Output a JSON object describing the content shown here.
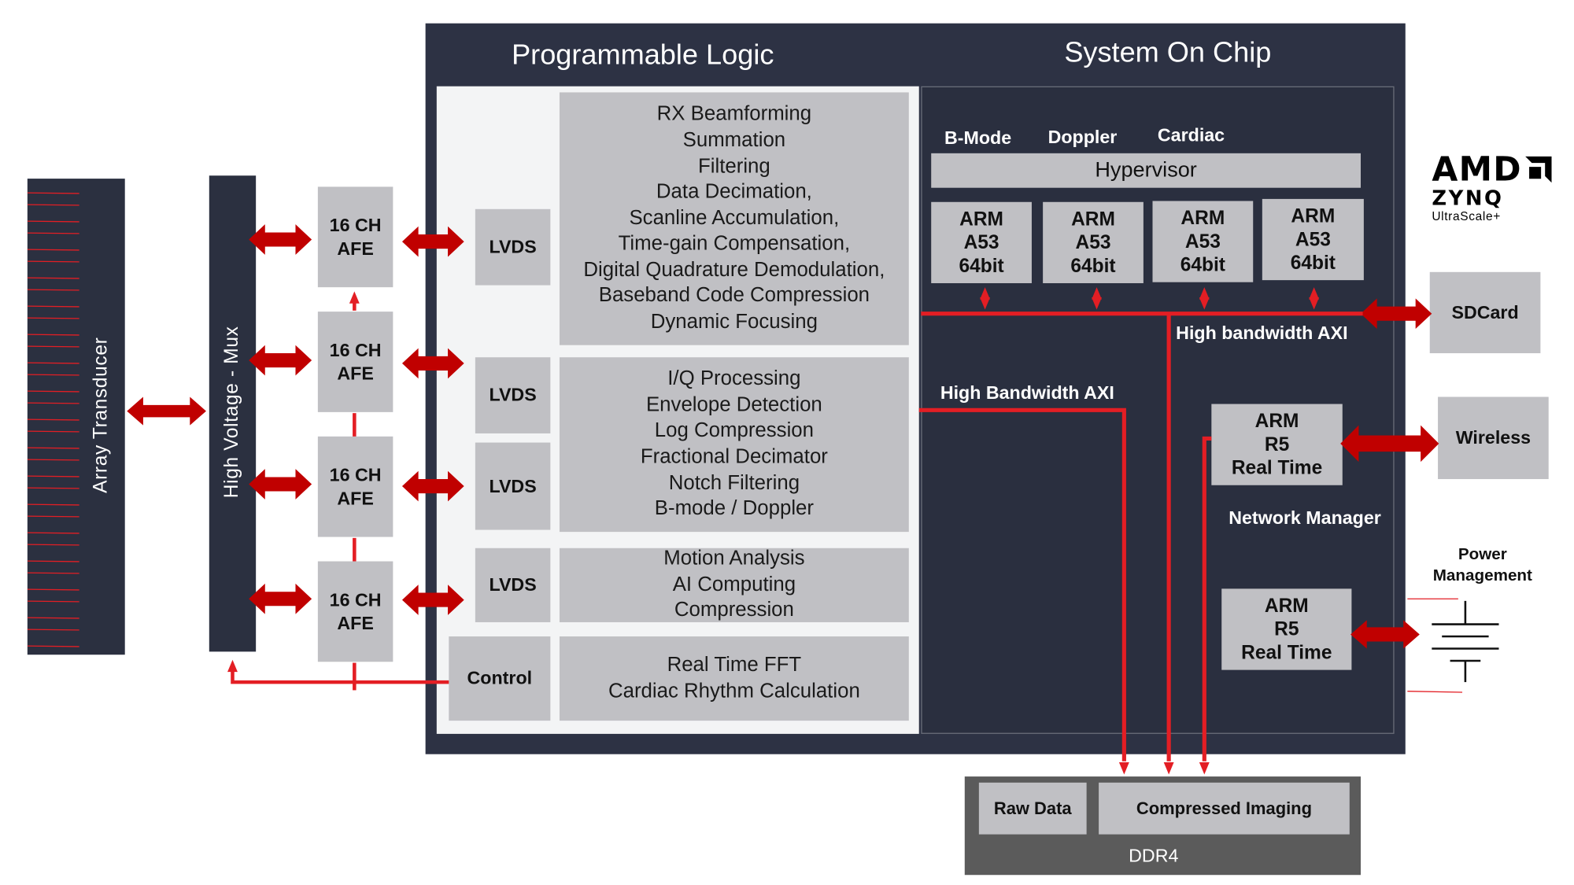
{
  "left": {
    "array_transducer": "Array Transducer",
    "hv_mux": "High Voltage - Mux",
    "afe": [
      "16 CH\nAFE",
      "16 CH\nAFE",
      "16 CH\nAFE",
      "16 CH\nAFE"
    ]
  },
  "pl": {
    "title": "Programmable Logic",
    "lvds": [
      "LVDS",
      "LVDS",
      "LVDS",
      "LVDS"
    ],
    "control": "Control",
    "blocks": [
      [
        "RX Beamforming",
        "Summation",
        "Filtering",
        "Data Decimation,",
        "Scanline Accumulation,",
        "Time-gain Compensation,",
        "Digital Quadrature Demodulation,",
        "Baseband Code Compression",
        "Dynamic Focusing"
      ],
      [
        "I/Q Processing",
        "Envelope Detection",
        "Log Compression",
        "Fractional Decimator",
        "Notch Filtering",
        "B-mode / Doppler"
      ],
      [
        "Motion Analysis",
        "AI Computing",
        "Compression"
      ],
      [
        "Real Time FFT",
        "Cardiac Rhythm Calculation"
      ]
    ]
  },
  "soc": {
    "title": "System On Chip",
    "modes": [
      "B-Mode",
      "Doppler",
      "Cardiac"
    ],
    "hypervisor": "Hypervisor",
    "a53": [
      "ARM\nA53\n64bit",
      "ARM\nA53\n64bit",
      "ARM\nA53\n64bit",
      "ARM\nA53\n64bit"
    ],
    "axi_top": "High bandwidth AXI",
    "axi_left": "High Bandwidth AXI",
    "r5_1": "ARM\nR5\nReal Time",
    "network_manager": "Network Manager",
    "r5_2": "ARM\nR5\nReal Time"
  },
  "peripherals": {
    "sdcard": "SDCard",
    "wireless": "Wireless",
    "power_management": "Power\nManagement"
  },
  "logo": {
    "brand": "AMD",
    "product": "ZYNQ",
    "sub": "UltraScale+"
  },
  "ddr": {
    "label": "DDR4",
    "raw": "Raw Data",
    "compressed": "Compressed Imaging"
  },
  "colors": {
    "frame": "#2d3244",
    "block": "#c0c0c4",
    "bus_red": "#e31e24",
    "arrow_red": "#c00000",
    "ddr": "#5b5b5b"
  }
}
